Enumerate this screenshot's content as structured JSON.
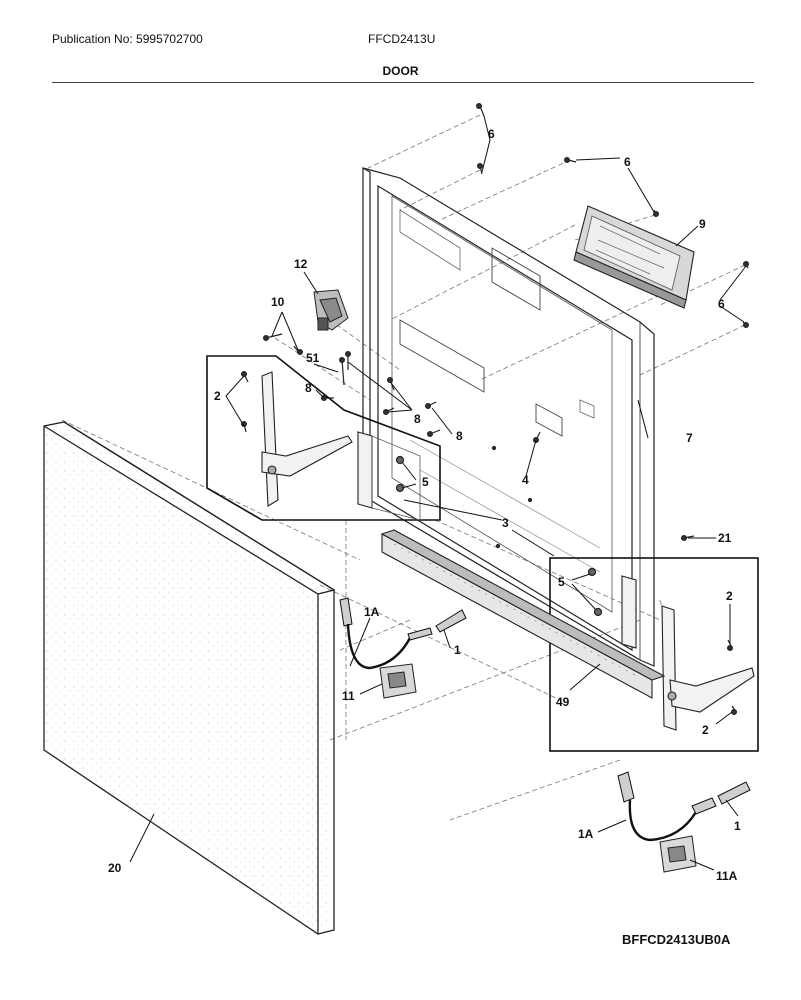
{
  "header": {
    "publication": "Publication No: 5995702700",
    "model": "FFCD2413U",
    "section": "DOOR"
  },
  "footer": {
    "diagram_code": "BFFCD2413UB0A"
  },
  "callouts": {
    "c6a": "6",
    "c6b": "6",
    "c9": "9",
    "c6c": "6",
    "c12": "12",
    "c10": "10",
    "c51": "51",
    "c2a": "2",
    "c8a": "8",
    "c8b": "8",
    "c8c": "8",
    "c7": "7",
    "c5a": "5",
    "c4": "4",
    "c3": "3",
    "c21": "21",
    "c5b": "5",
    "c2b": "2",
    "c1Aa": "1A",
    "c1a": "1",
    "c11": "11",
    "c49": "49",
    "c2c": "2",
    "c1Ab": "1A",
    "c1b": "1",
    "c11A": "11A",
    "c20": "20"
  }
}
